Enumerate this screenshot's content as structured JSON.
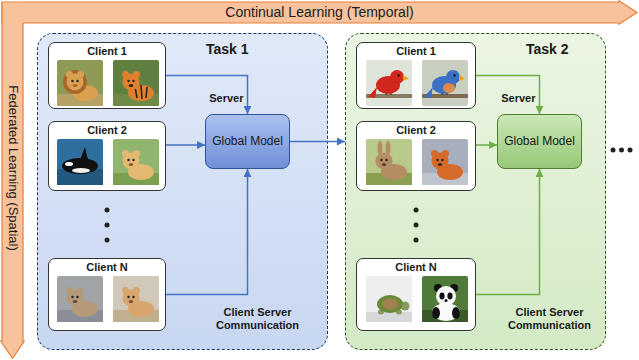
{
  "diagram": {
    "nodes": [
      {
        "text": [
          "Continual Learning (Temporal)"
        ]
      },
      {
        "text": [
          "Federated Learning (Spatial)"
        ]
      },
      {
        "text": [
          "Task 1"
        ]
      },
      {
        "text": [
          "Client 1"
        ],
        "in": 2
      },
      {
        "text": [
          "Client 2"
        ],
        "in": 2
      },
      {
        "text": [
          "Client N"
        ],
        "in": 2
      },
      {
        "text": [
          "Global Model"
        ],
        "in": 2
      },
      {
        "text": [
          "Task 2"
        ]
      },
      {
        "text": [
          "Client 1"
        ],
        "in": 7
      },
      {
        "text": [
          "Client 2"
        ],
        "in": 7
      },
      {
        "text": [
          "Client N"
        ],
        "in": 7
      },
      {
        "text": [
          "Global Model"
        ],
        "in": 7
      }
    ],
    "edges": [
      {
        "from": 3,
        "to": 6,
        "arrow": "to"
      },
      {
        "from": 4,
        "to": 6,
        "arrow": "to"
      },
      {
        "from": 5,
        "to": 6,
        "arrow": "to"
      },
      {
        "from": 6,
        "to": 7,
        "arrow": "to"
      },
      {
        "from": 8,
        "to": 11,
        "arrow": "to"
      },
      {
        "from": 9,
        "to": 11,
        "arrow": "to"
      },
      {
        "from": 10,
        "to": 11,
        "arrow": "to"
      }
    ],
    "labels": [
      "Server",
      "Client Server Communication",
      "Server",
      "Client Server Communication"
    ]
  }
}
